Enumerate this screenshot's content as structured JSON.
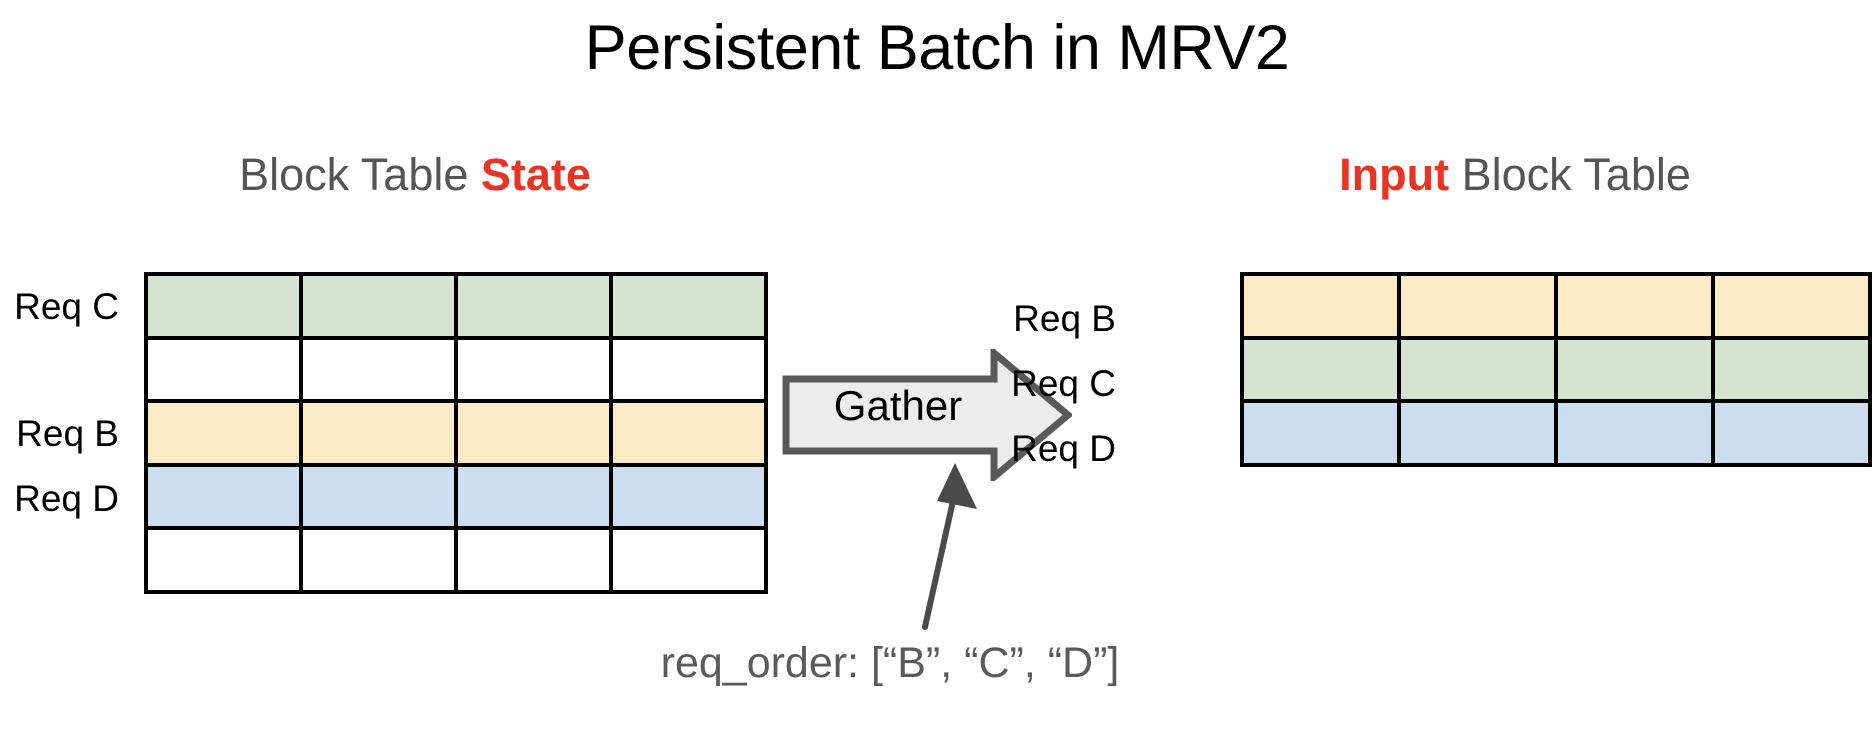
{
  "title": "Persistent Batch in MRV2",
  "colors": {
    "accent_red": "#EA3323",
    "heading_gray": "#555555",
    "caption_gray": "#5A5A5A",
    "cell_green": "#D5E3D0",
    "cell_yellow": "#FAEAC6",
    "cell_blue": "#CBDDEF",
    "cell_white": "#FFFFFF",
    "grid_line": "#000000",
    "arrow_fill": "#ECECEC",
    "arrow_stroke": "#595959",
    "pointer": "#4A4A4A"
  },
  "left_panel": {
    "heading_prefix": "Block Table ",
    "heading_accent": "State",
    "row_labels": [
      "Req C",
      "Req B",
      "Req D"
    ],
    "rows": 5,
    "cols": 4,
    "row_colors": [
      "green",
      "white",
      "yellow",
      "blue",
      "white"
    ],
    "row_label_map": {
      "0": "Req C",
      "2": "Req B",
      "3": "Req D"
    }
  },
  "right_panel": {
    "heading_accent": "Input",
    "heading_suffix": " Block Table",
    "row_labels": [
      "Req B",
      "Req C",
      "Req D"
    ],
    "rows": 3,
    "cols": 4,
    "row_colors": [
      "yellow",
      "green",
      "blue"
    ]
  },
  "gather": {
    "label": "Gather"
  },
  "caption": {
    "text": "req_order: [“B”, “C”, “D”]"
  }
}
